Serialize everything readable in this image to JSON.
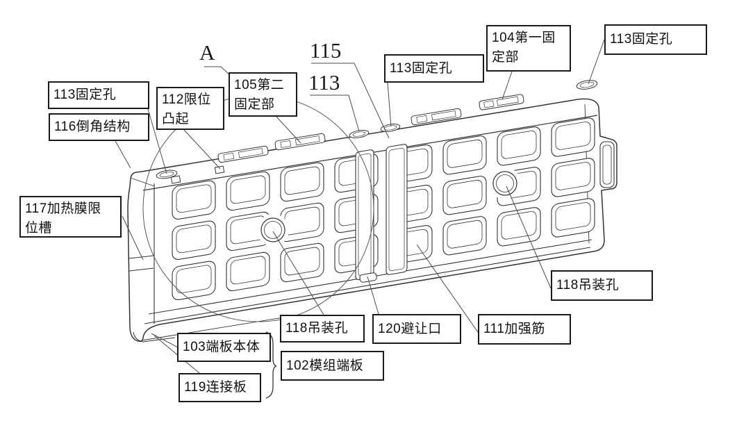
{
  "figure": {
    "description": "patent line drawing of battery module end plate",
    "background": "#ffffff",
    "line_color": "#333333",
    "leader_color": "#4a4a4a",
    "box_border_color": "#1a1a1a",
    "text_color": "#111111"
  },
  "references": {
    "detail_marker": "A",
    "ref_115": "115",
    "ref_113": "113"
  },
  "callouts": [
    {
      "id": "fixing-hole-113-left",
      "text": "113固定孔"
    },
    {
      "id": "chamfer-structure-116",
      "text": "116倒角结构"
    },
    {
      "id": "limit-protrusion-112",
      "text": "112限位\n凸起"
    },
    {
      "id": "second-fixing-part-105",
      "text": "105第二\n固定部"
    },
    {
      "id": "fixing-hole-113-mid",
      "text": "113固定孔"
    },
    {
      "id": "first-fixing-part-104",
      "text": "104第一固\n定部"
    },
    {
      "id": "fixing-hole-113-right",
      "text": "113固定孔"
    },
    {
      "id": "heating-film-limit-slot-117",
      "text": "117加热膜限\n位槽"
    },
    {
      "id": "lifting-hole-118-bottom",
      "text": "118吊装孔"
    },
    {
      "id": "avoidance-opening-120",
      "text": "120避让口"
    },
    {
      "id": "reinforcing-rib-111",
      "text": "111加强筋"
    },
    {
      "id": "lifting-hole-118-right",
      "text": "118吊装孔"
    },
    {
      "id": "end-plate-body-103",
      "text": "103端板本体"
    },
    {
      "id": "module-end-plate-102",
      "text": "102模组端板"
    },
    {
      "id": "connecting-plate-119",
      "text": "119连接板"
    }
  ]
}
